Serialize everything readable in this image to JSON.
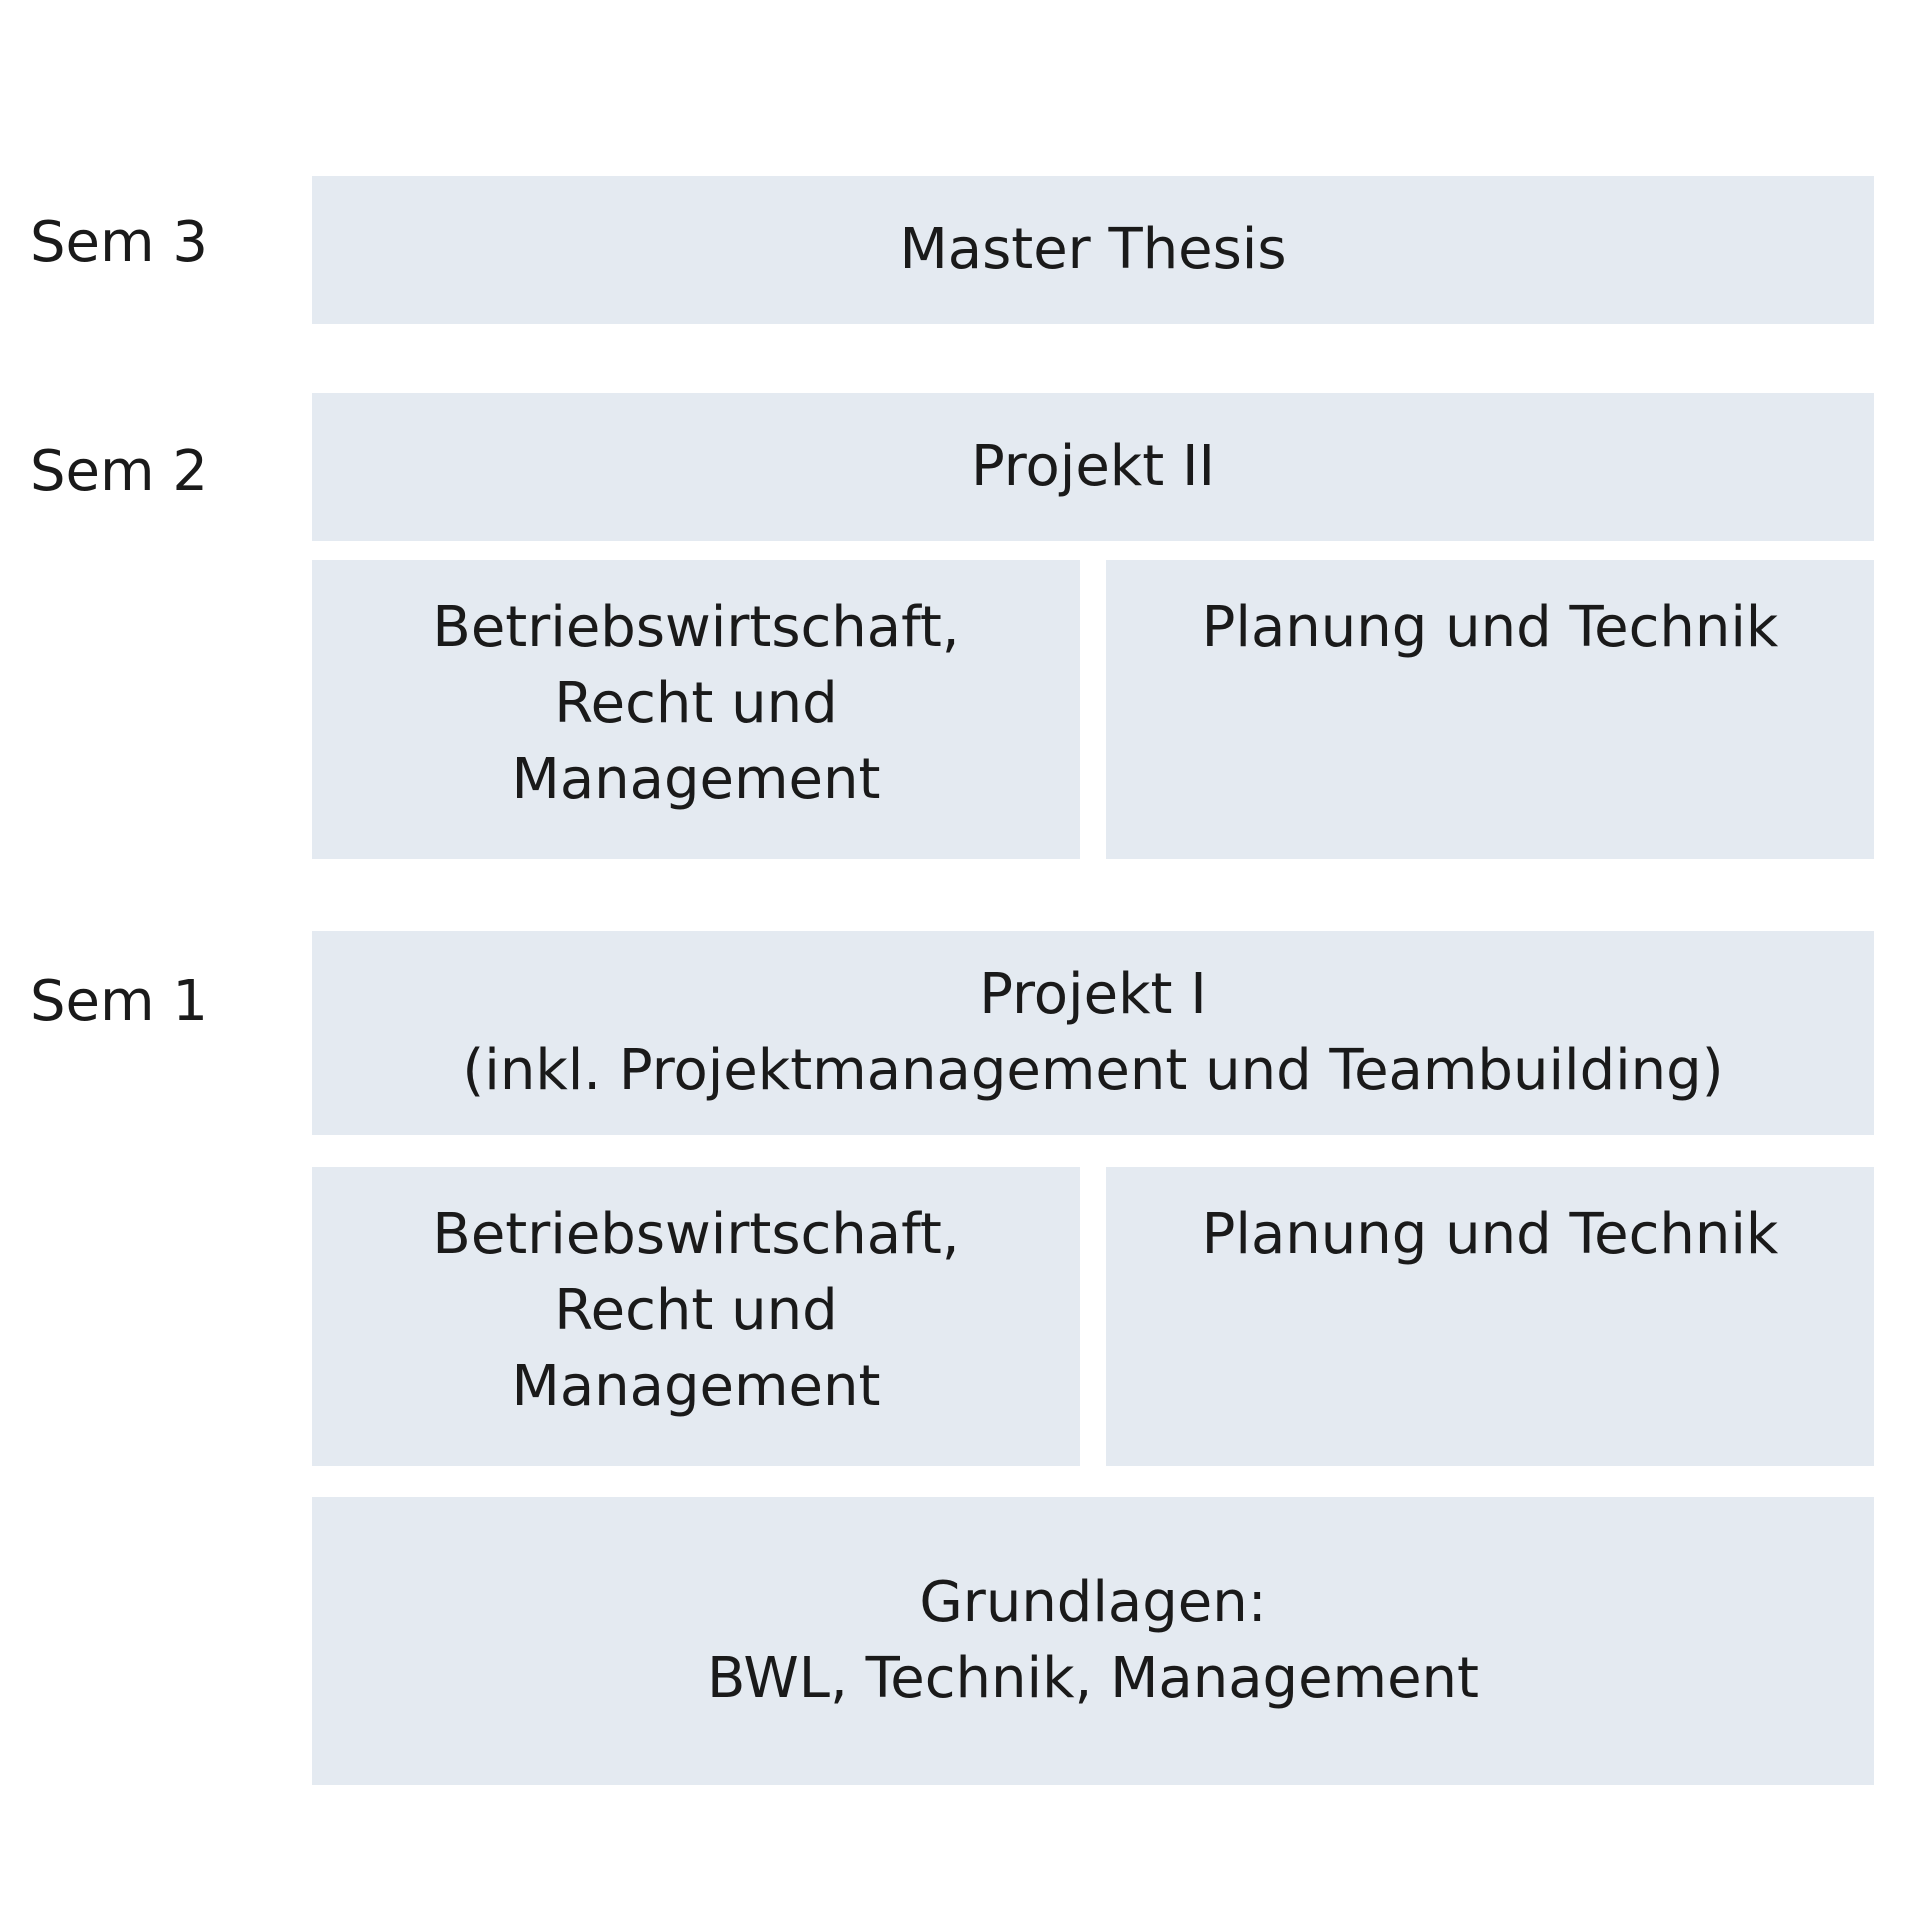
{
  "semesters": {
    "sem3": "Sem 3",
    "sem2": "Sem 2",
    "sem1": "Sem 1"
  },
  "blocks": {
    "master_thesis": "Master Thesis",
    "projekt_2": "Projekt II",
    "sem2_bwl": "Betriebswirtschaft,\nRecht und\nManagement",
    "sem2_technik": "Planung und Technik",
    "projekt_1": "Projekt I\n(inkl. Projektmanagement und Teambuilding)",
    "sem1_bwl": "Betriebswirtschaft,\nRecht und\nManagement",
    "sem1_technik": "Planung und Technik",
    "grundlagen": "Grundlagen:\nBWL, Technik, Management"
  },
  "colors": {
    "block_fill": "#e4eaf1",
    "text": "#1a1a1a",
    "background": "#ffffff"
  }
}
